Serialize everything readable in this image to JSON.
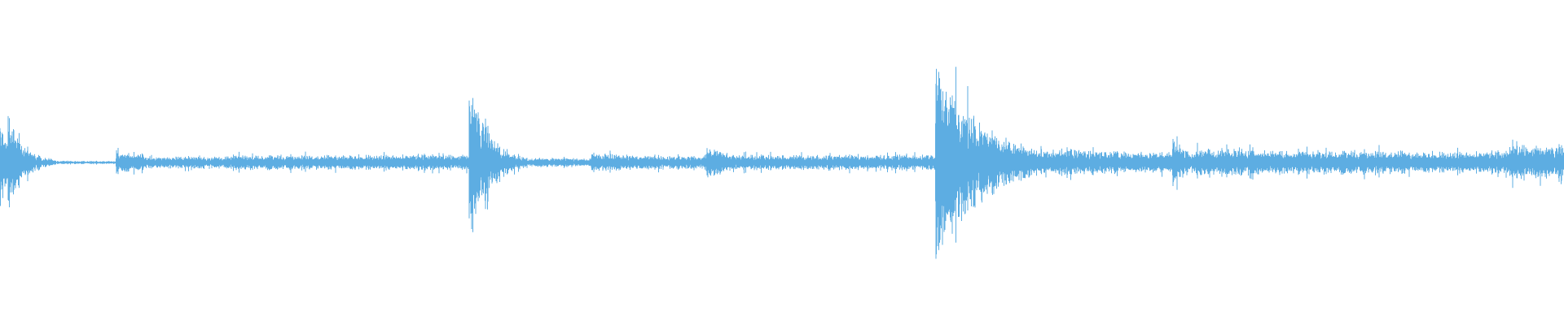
{
  "waveform": {
    "color": "#5dade2",
    "background": "#ffffff",
    "segments": [
      {
        "start": 0.0,
        "end": 0.005,
        "peak": 0.38,
        "decay": 1.2
      },
      {
        "start": 0.005,
        "end": 0.036,
        "peak": 0.3,
        "decay": 2.8
      },
      {
        "start": 0.036,
        "end": 0.074,
        "peak": 0.01,
        "decay": 0
      },
      {
        "start": 0.074,
        "end": 0.092,
        "peak": 0.07,
        "decay": 0.2
      },
      {
        "start": 0.092,
        "end": 0.15,
        "peak": 0.04,
        "decay": 0
      },
      {
        "start": 0.15,
        "end": 0.3,
        "peak": 0.05,
        "decay": 0
      },
      {
        "start": 0.3,
        "end": 0.34,
        "peak": 0.55,
        "decay": 3.2
      },
      {
        "start": 0.34,
        "end": 0.378,
        "peak": 0.03,
        "decay": 0
      },
      {
        "start": 0.378,
        "end": 0.452,
        "peak": 0.06,
        "decay": 0.4
      },
      {
        "start": 0.452,
        "end": 0.47,
        "peak": 0.11,
        "decay": 0.6
      },
      {
        "start": 0.47,
        "end": 0.598,
        "peak": 0.05,
        "decay": 0
      },
      {
        "start": 0.598,
        "end": 0.672,
        "peak": 0.7,
        "decay": 2.4
      },
      {
        "start": 0.672,
        "end": 0.75,
        "peak": 0.09,
        "decay": 0.3
      },
      {
        "start": 0.75,
        "end": 0.762,
        "peak": 0.18,
        "decay": 1.0
      },
      {
        "start": 0.762,
        "end": 0.8,
        "peak": 0.09,
        "decay": 0
      },
      {
        "start": 0.8,
        "end": 0.9,
        "peak": 0.08,
        "decay": 0
      },
      {
        "start": 0.9,
        "end": 0.965,
        "peak": 0.07,
        "decay": 0
      },
      {
        "start": 0.965,
        "end": 1.0,
        "peak": 0.12,
        "decay": 0.2
      }
    ]
  }
}
